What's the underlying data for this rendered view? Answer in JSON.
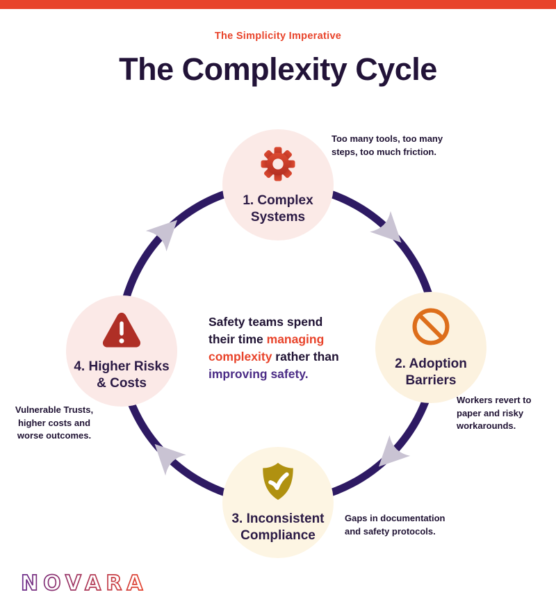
{
  "page": {
    "background": "#ffffff",
    "accent_red": "#E8432A",
    "ink": "#1F1233",
    "ring_color": "#2E1A63",
    "arrow_color": "#C9C3D3"
  },
  "header": {
    "eyebrow": "The Simplicity Imperative",
    "title": "The Complexity Cycle"
  },
  "cycle": {
    "nodes": [
      {
        "label": "1. Complex Systems",
        "icon": "gear-icon",
        "circle_color": "#FBEAE7",
        "icon_color": "#C8392B"
      },
      {
        "label": "2. Adoption Barriers",
        "icon": "no-entry-icon",
        "circle_color": "#FCF2DF",
        "icon_color": "#DD6E1B"
      },
      {
        "label": "3. Inconsistent Compliance",
        "icon": "shield-check-icon",
        "circle_color": "#FDF5E3",
        "icon_color": "#B09110"
      },
      {
        "label": "4. Higher Risks & Costs",
        "icon": "warning-triangle-icon",
        "circle_color": "#FBE9E7",
        "icon_color": "#AF2F26"
      }
    ]
  },
  "center_message": {
    "line1": "Safety teams spend",
    "line2_dark": "their time ",
    "line2_red": "managing",
    "line3_red": "complexity",
    "line3_dark": " rather than",
    "line4": "improving safety."
  },
  "annotations": {
    "complex_systems": {
      "line1": "Too many tools, too many",
      "line2": "steps, too much friction."
    },
    "adoption_barriers": {
      "line1": "Workers revert to",
      "line2": "paper and risky",
      "line3": "workarounds."
    },
    "inconsistent_compliance": {
      "line1": "Gaps in documentation",
      "line2": "and safety protocols."
    },
    "higher_risks": {
      "line1": "Vulnerable Trusts,",
      "line2": "higher costs and",
      "line3": "worse outcomes."
    }
  },
  "logo": {
    "text": "NOVARA",
    "gradient_start": "#6B2D8B",
    "gradient_end": "#E8432A"
  }
}
